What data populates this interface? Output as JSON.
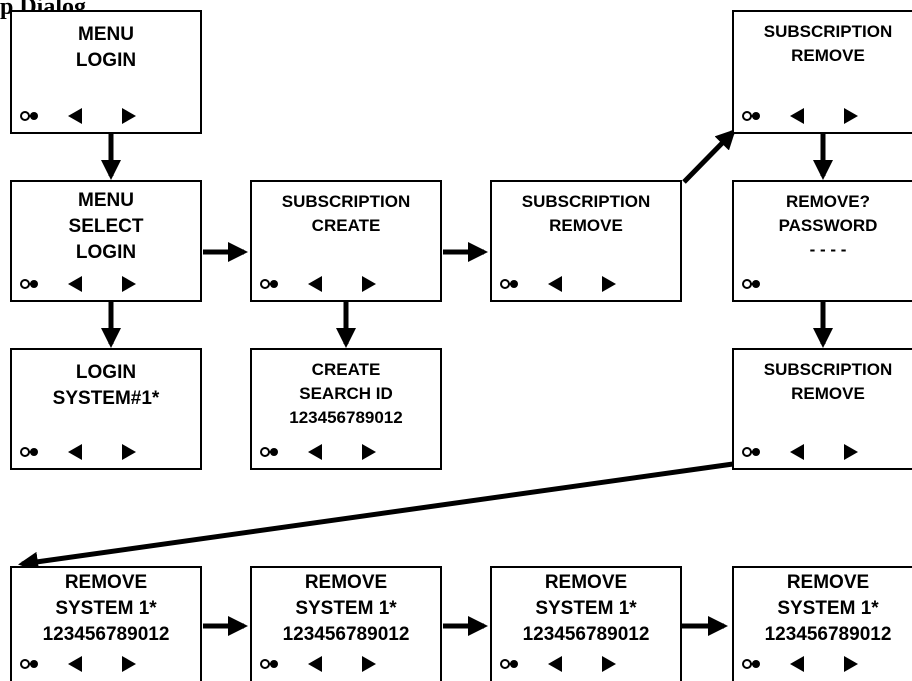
{
  "heading": "p Dialog",
  "screens": {
    "menu_login": {
      "lines": [
        "MENU",
        "LOGIN"
      ]
    },
    "menu_select_login": {
      "lines": [
        "MENU",
        "SELECT",
        "LOGIN"
      ]
    },
    "login_system": {
      "lines": [
        "LOGIN",
        "SYSTEM#1*"
      ]
    },
    "sub_create": {
      "lines": [
        "SUBSCRIPTION",
        "CREATE"
      ]
    },
    "create_search": {
      "lines": [
        "CREATE",
        "SEARCH ID",
        "123456789012"
      ]
    },
    "sub_remove_mid": {
      "lines": [
        "SUBSCRIPTION",
        "REMOVE"
      ]
    },
    "sub_remove_top": {
      "lines": [
        "SUBSCRIPTION",
        "REMOVE"
      ]
    },
    "remove_password": {
      "lines": [
        "REMOVE?",
        "PASSWORD",
        "- - - -"
      ]
    },
    "sub_remove_lower": {
      "lines": [
        "SUBSCRIPTION",
        "REMOVE"
      ]
    },
    "remove_1": {
      "lines": [
        "REMOVE",
        "SYSTEM 1*",
        "123456789012"
      ]
    },
    "remove_2": {
      "lines": [
        "REMOVE",
        "SYSTEM 1*",
        "123456789012"
      ]
    },
    "remove_3": {
      "lines": [
        "REMOVE",
        "SYSTEM 1*",
        "123456789012"
      ]
    },
    "remove_4": {
      "lines": [
        "REMOVE",
        "SYSTEM 1*",
        "123456789012"
      ]
    }
  },
  "icons": {
    "status": "dual-circle-icon",
    "left": "left-triangle-icon",
    "right": "right-triangle-icon"
  },
  "colors": {
    "ink": "#000000",
    "background": "#ffffff"
  }
}
